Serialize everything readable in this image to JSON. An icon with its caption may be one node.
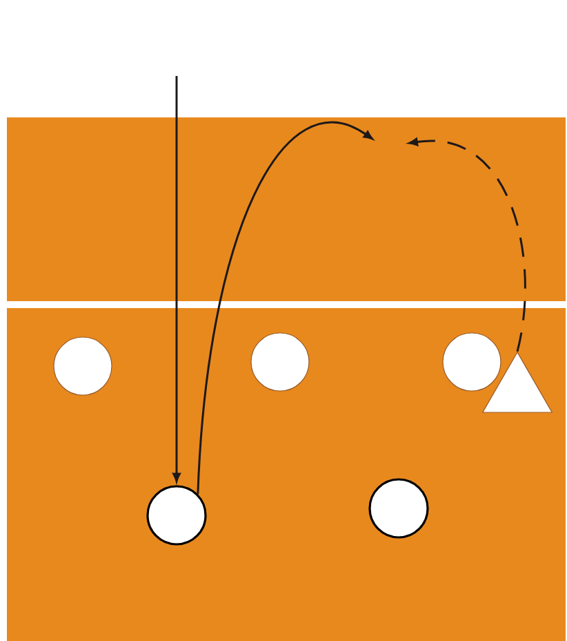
{
  "diagram": {
    "nodes": [
      {
        "text": [],
        "shape": "circle"
      },
      {
        "text": [],
        "shape": "circle"
      },
      {
        "text": [],
        "shape": "circle"
      },
      {
        "text": [],
        "shape": "triangle"
      },
      {
        "text": [],
        "shape": "circle"
      },
      {
        "text": [],
        "shape": "circle"
      }
    ],
    "edges": [
      {
        "from": null,
        "to": 4,
        "arrow": "to"
      },
      {
        "from": 4,
        "to": null,
        "arrow": "to"
      },
      {
        "from": 3,
        "to": null,
        "arrow": "to",
        "style": "dashed"
      }
    ]
  }
}
